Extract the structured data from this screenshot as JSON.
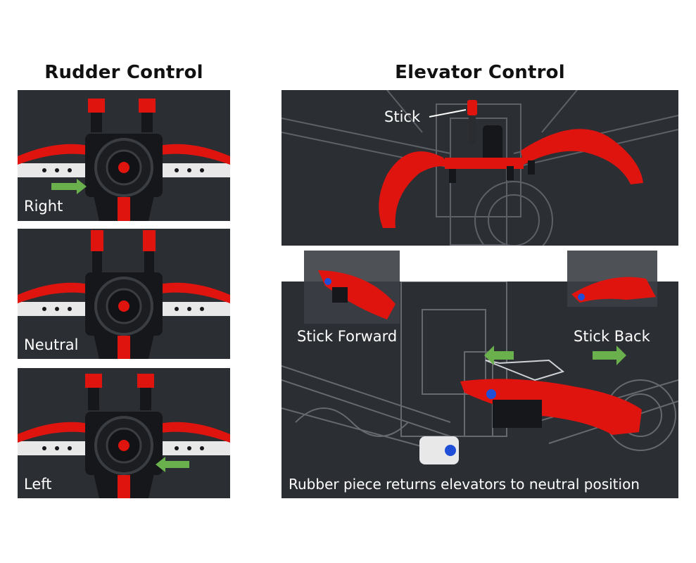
{
  "rudder": {
    "title": "Rudder Control",
    "panels": [
      {
        "label": "Right"
      },
      {
        "label": "Neutral"
      },
      {
        "label": "Left"
      }
    ]
  },
  "elevator": {
    "title": "Elevator Control",
    "stick_label": "Stick",
    "forward_label": "Stick Forward",
    "back_label": "Stick Back",
    "caption": "Rubber piece returns elevators to neutral position"
  },
  "colors": {
    "panel_bg": "#2b2e33",
    "brick_red": "#e0140f",
    "brick_black": "#15171b",
    "brick_white": "#e8e8e8",
    "arrow_green": "#6ab04c",
    "ghost_gray": "#8a8e94",
    "axle_blue": "#1f4fd8"
  }
}
